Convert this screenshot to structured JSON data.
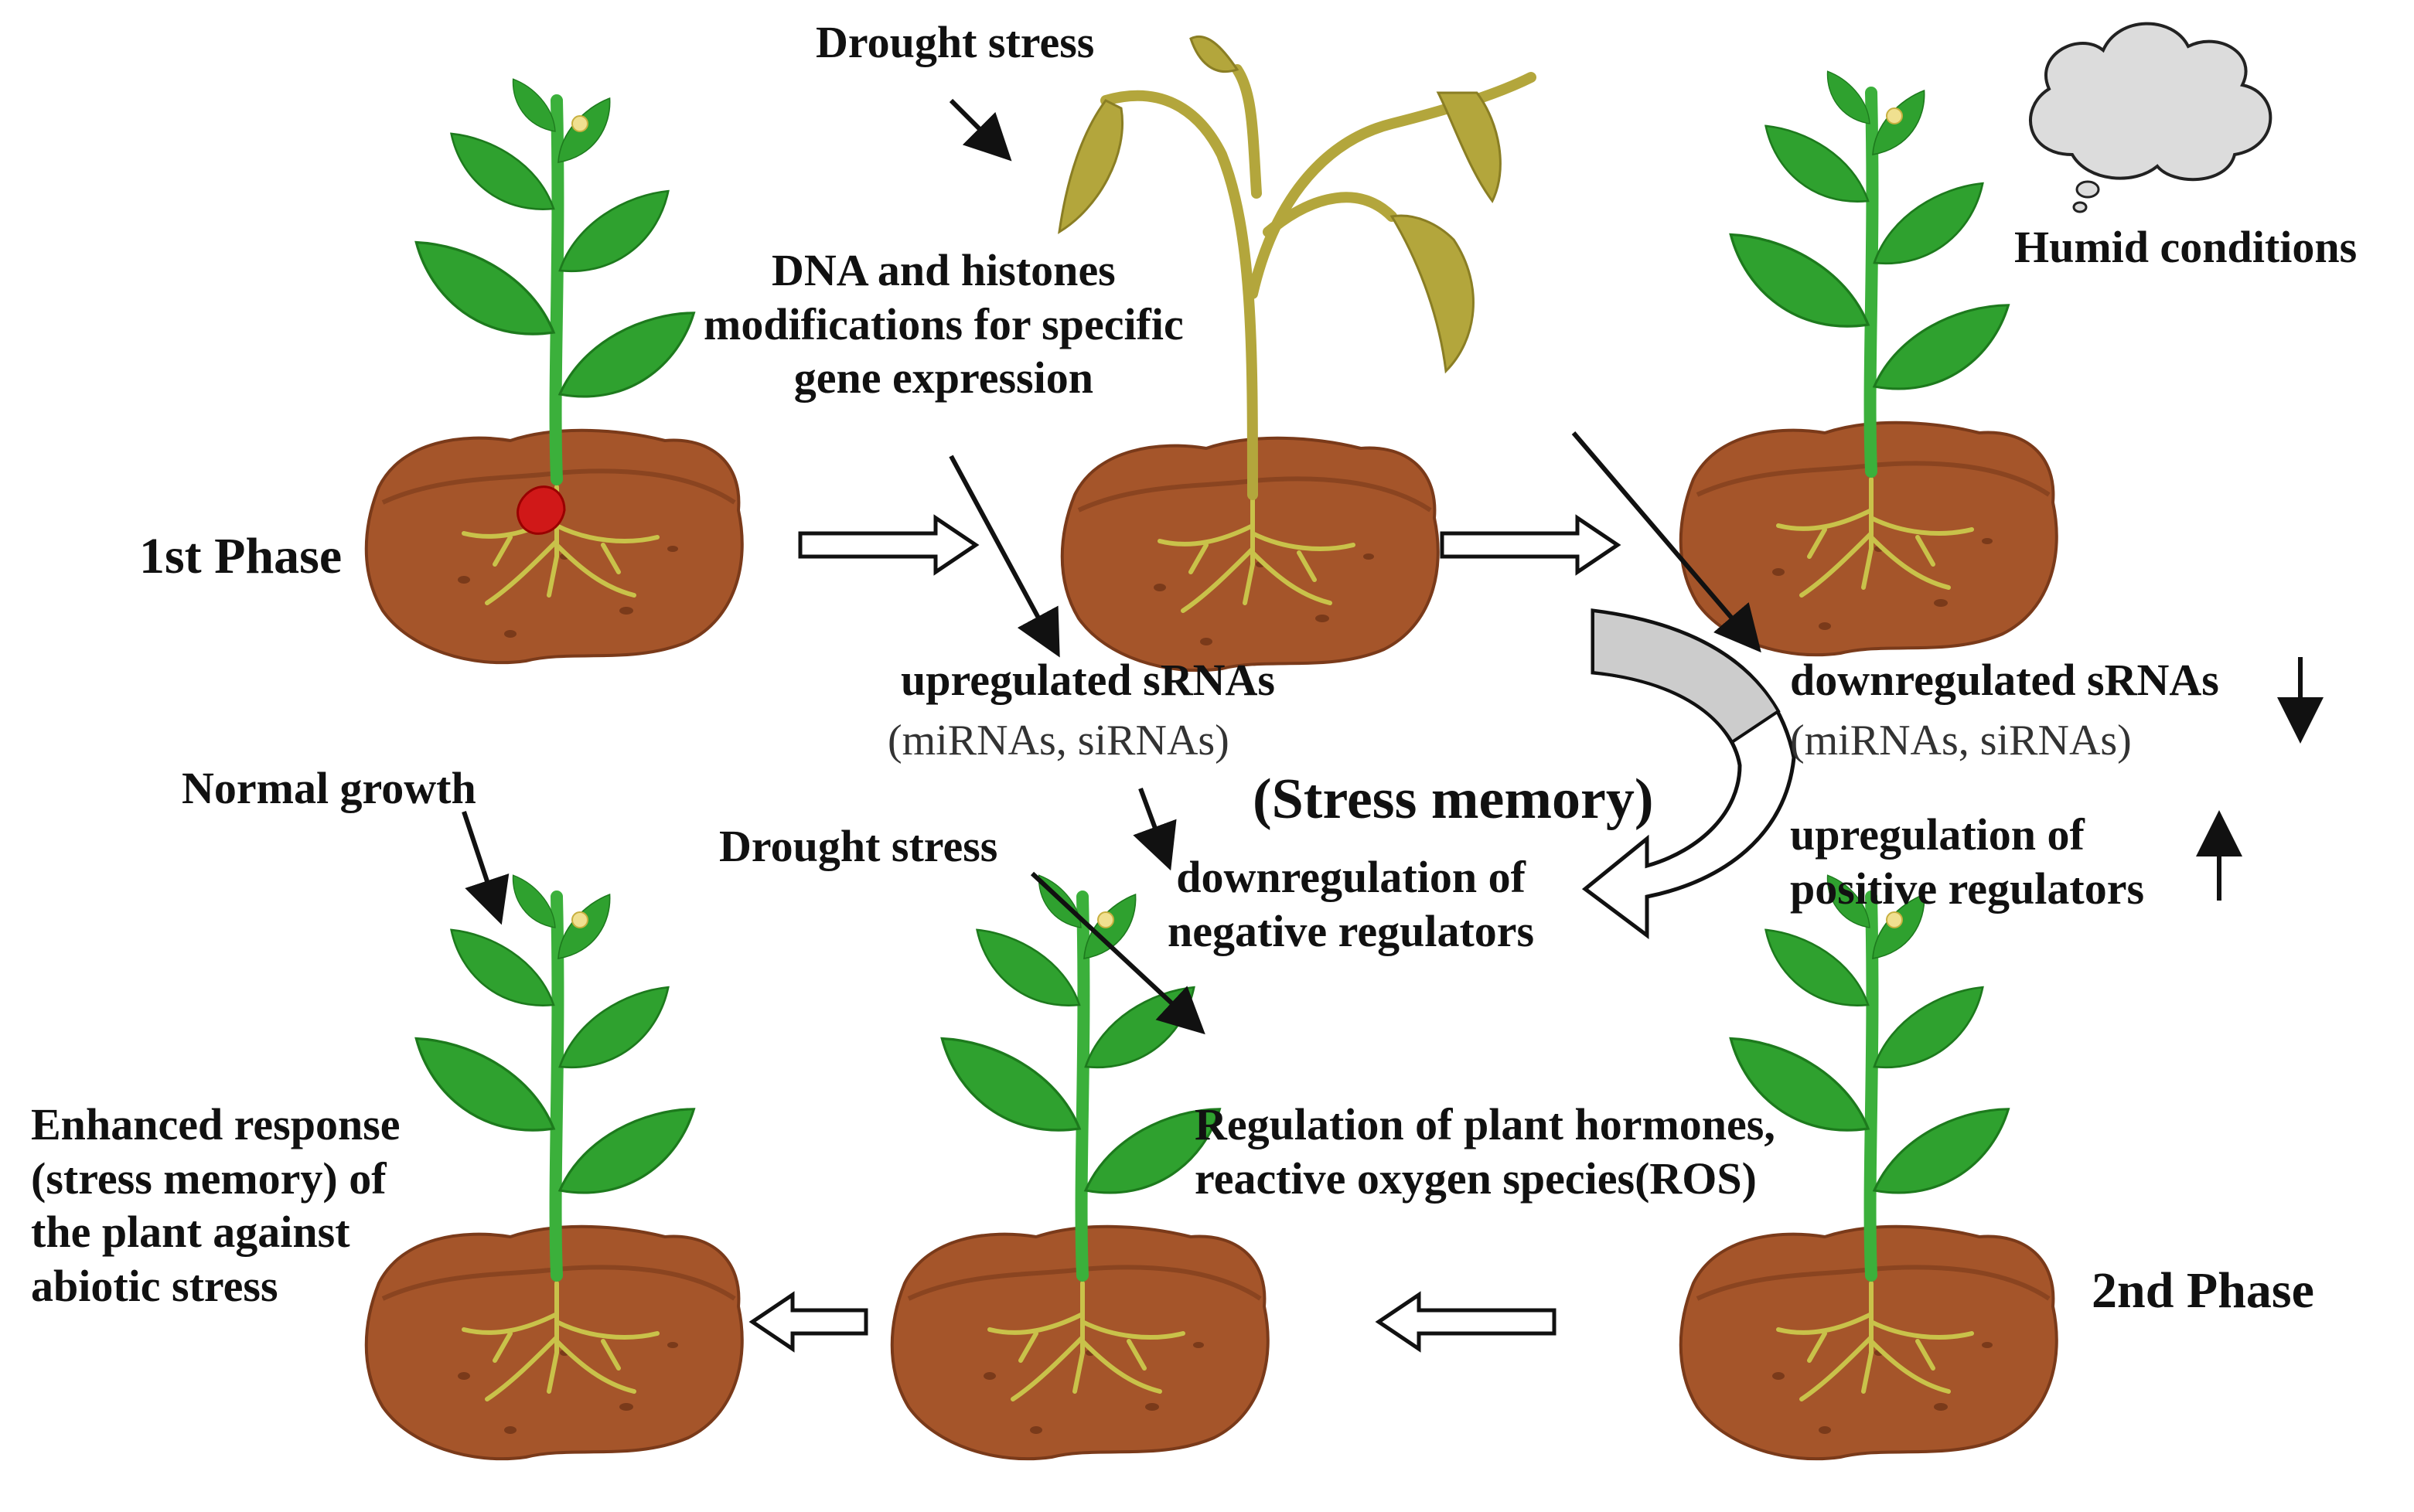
{
  "labels": {
    "drought_stress_top": "Drought stress",
    "dna_modifications": [
      "DNA  and histones",
      "modifications for  specific",
      "gene expression"
    ],
    "humid_conditions": "Humid conditions",
    "first_phase": "1st Phase",
    "upregulated_srnas": "upregulated  sRNAs",
    "upregulated_srnas_sub": "(miRNAs, siRNAs)",
    "downregulated_srnas": "downregulated sRNAs",
    "downregulated_srnas_sub": "(miRNAs, siRNAs)",
    "stress_memory": "(Stress memory)",
    "normal_growth": "Normal growth",
    "drought_stress_mid": "Drought stress",
    "downregulation_negative": [
      "downregulation of",
      "negative regulators"
    ],
    "upregulation_positive": [
      "upregulation of",
      "positive regulators"
    ],
    "enhanced_response": [
      "Enhanced response",
      "(stress memory)  of",
      "the plant against",
      "abiotic stress"
    ],
    "regulation_hormones": [
      "Regulation of plant hormones,",
      "reactive oxygen species(ROS)"
    ],
    "second_phase": "2nd Phase"
  },
  "colors": {
    "soil": "#a5552a",
    "soil_dark": "#7a3a1a",
    "leaf": "#2fa12f",
    "leaf_dark": "#1d7a1d",
    "stem": "#3bb03b",
    "root": "#c9c24a",
    "wilted": "#b3a63c",
    "seed": "#d01818",
    "cloud_fill": "#dcdcdc",
    "arrow_fill": "#cccccc"
  }
}
